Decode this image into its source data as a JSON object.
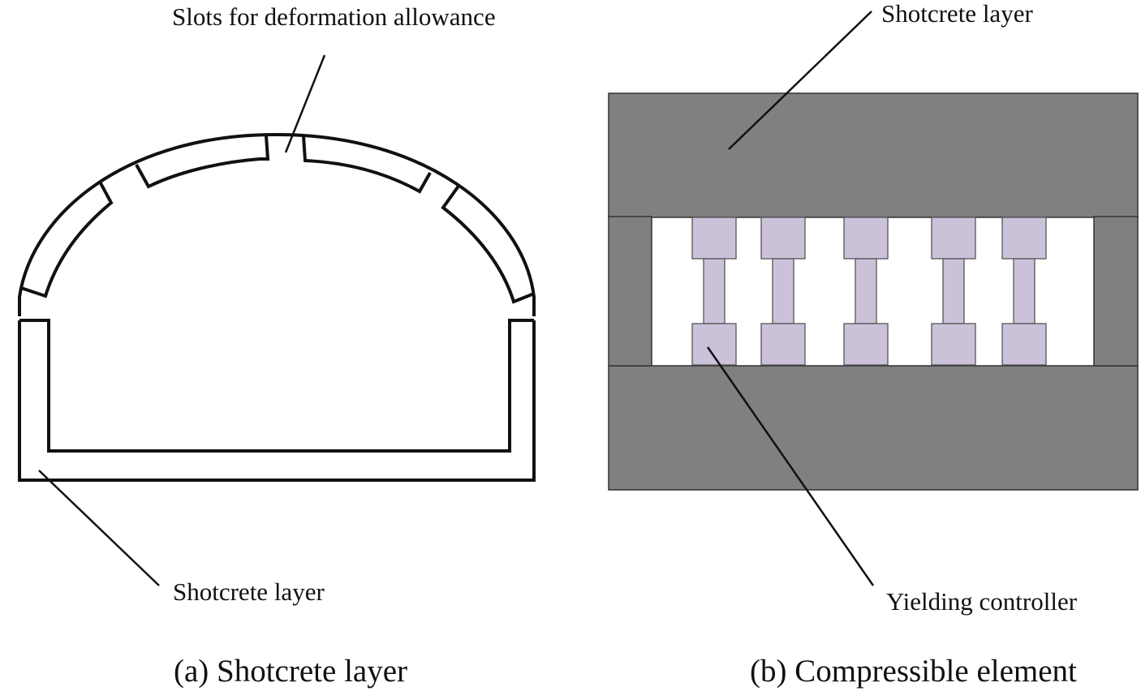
{
  "panel_a": {
    "caption": "(a) Shotcrete layer",
    "label_slots": "Slots for deformation allowance",
    "label_shotcrete": "Shotcrete layer"
  },
  "panel_b": {
    "caption": "(b) Compressible element",
    "label_shotcrete": "Shotcrete layer",
    "label_controller": "Yielding controller",
    "controller_count": 5
  },
  "colors": {
    "line": "#111111",
    "shotcrete_fill": "#808080",
    "controller_fill": "#cbc2da",
    "controller_stroke": "#555555"
  }
}
